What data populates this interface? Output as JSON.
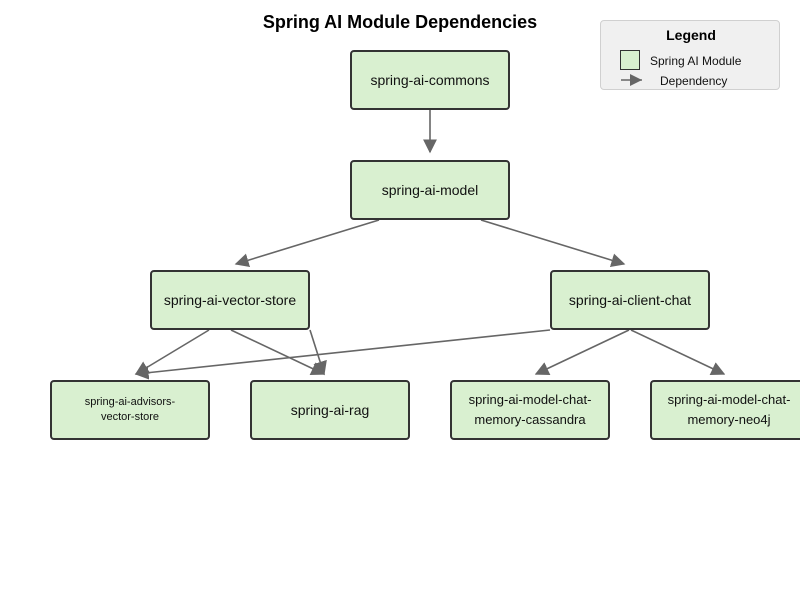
{
  "title": "Spring AI Module Dependencies",
  "colors": {
    "node_fill": "#d9f0d0",
    "node_border": "#333333",
    "edge": "#666666",
    "legend_bg": "#f0f0f0"
  },
  "nodes": {
    "commons": {
      "line1": "spring-ai-commons"
    },
    "model": {
      "line1": "spring-ai-model"
    },
    "vector_store": {
      "line1": "spring-ai-vector-store"
    },
    "client_chat": {
      "line1": "spring-ai-client-chat"
    },
    "advisors": {
      "line1": "spring-ai-advisors-",
      "line2": "vector-store"
    },
    "rag": {
      "line1": "spring-ai-rag"
    },
    "memory_cassandra": {
      "line1": "spring-ai-model-chat-",
      "line2": "memory-cassandra"
    },
    "memory_neo4j": {
      "line1": "spring-ai-model-chat-",
      "line2": "memory-neo4j"
    }
  },
  "edges": [
    {
      "from": "spring-ai-commons",
      "to": "spring-ai-model"
    },
    {
      "from": "spring-ai-model",
      "to": "spring-ai-vector-store"
    },
    {
      "from": "spring-ai-model",
      "to": "spring-ai-client-chat"
    },
    {
      "from": "spring-ai-vector-store",
      "to": "spring-ai-advisors-vector-store"
    },
    {
      "from": "spring-ai-vector-store",
      "to": "spring-ai-rag"
    },
    {
      "from": "spring-ai-client-chat",
      "to": "spring-ai-advisors-vector-store"
    },
    {
      "from": "spring-ai-client-chat",
      "to": "spring-ai-model-chat-memory-cassandra"
    },
    {
      "from": "spring-ai-client-chat",
      "to": "spring-ai-model-chat-memory-neo4j"
    }
  ],
  "legend": {
    "title": "Legend",
    "module_label": "Spring AI Module",
    "dependency_label": "Dependency"
  }
}
